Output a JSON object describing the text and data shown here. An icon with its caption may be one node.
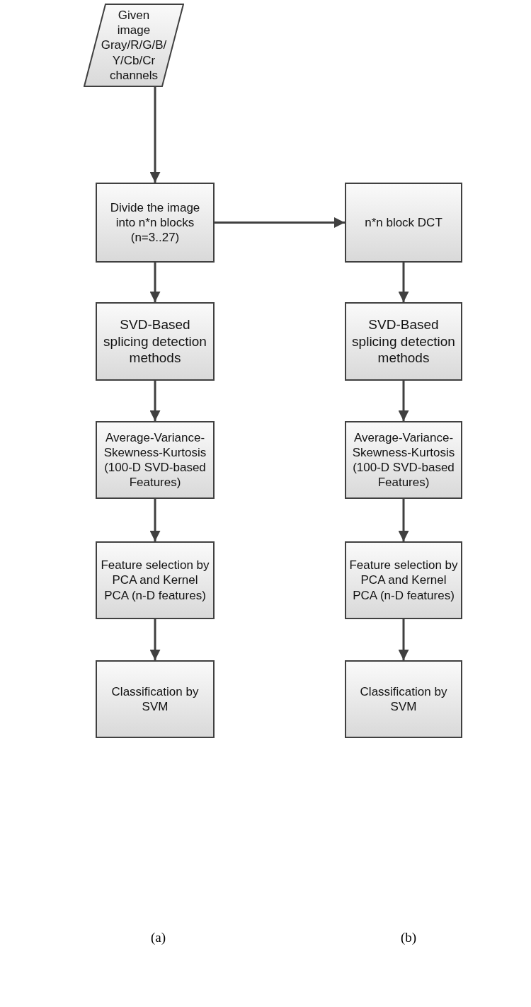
{
  "diagram": {
    "nodes": [
      {
        "text": [
          "Given image Gray/R/G/B/ Y/Cb/Cr channels"
        ]
      },
      {
        "text": [
          "Divide the image into n*n blocks (n=3..27)"
        ]
      },
      {
        "text": [
          "n*n block DCT"
        ]
      },
      {
        "text": [
          "SVD-Based splicing detection methods"
        ]
      },
      {
        "text": [
          "SVD-Based splicing detection methods"
        ]
      },
      {
        "text": [
          "Average-Variance-Skewness-Kurtosis (100-D SVD-based Features)"
        ]
      },
      {
        "text": [
          "Average-Variance-Skewness-Kurtosis (100-D SVD-based Features)"
        ]
      },
      {
        "text": [
          "Feature selection by PCA and Kernel PCA (n-D features)"
        ]
      },
      {
        "text": [
          "Feature selection by PCA and Kernel PCA (n-D features)"
        ]
      },
      {
        "text": [
          "Classification by SVM"
        ]
      },
      {
        "text": [
          "Classification by SVM"
        ]
      }
    ],
    "edges": [
      {
        "from": 0,
        "to": 1,
        "arrow": "to"
      },
      {
        "from": 1,
        "to": 2,
        "arrow": "to"
      },
      {
        "from": 1,
        "to": 3,
        "arrow": "to"
      },
      {
        "from": 2,
        "to": 4,
        "arrow": "to"
      },
      {
        "from": 3,
        "to": 5,
        "arrow": "to"
      },
      {
        "from": 4,
        "to": 6,
        "arrow": "to"
      },
      {
        "from": 5,
        "to": 7,
        "arrow": "to"
      },
      {
        "from": 6,
        "to": 8,
        "arrow": "to"
      },
      {
        "from": 7,
        "to": 9,
        "arrow": "to"
      },
      {
        "from": 8,
        "to": 10,
        "arrow": "to"
      }
    ],
    "labels": [
      "(a)",
      "(b)"
    ]
  }
}
